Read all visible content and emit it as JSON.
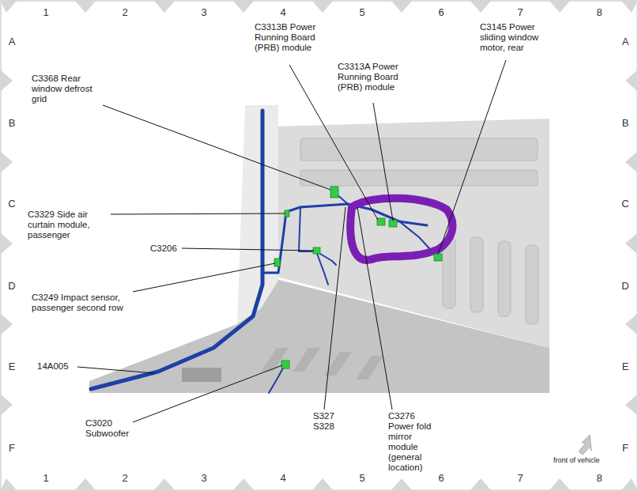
{
  "diagram": {
    "labels": [
      "1",
      "2",
      "3",
      "4",
      "5",
      "6",
      "7",
      "8",
      "A",
      "B",
      "C",
      "D",
      "E",
      "F",
      "A",
      "B",
      "C",
      "D",
      "E",
      "F",
      "1",
      "2",
      "3",
      "4",
      "5",
      "6",
      "7",
      "8",
      "C3313B Power Running Board (PRB) module",
      "C3145 Power sliding window motor, rear",
      "C3313A Power Running Board (PRB) module",
      "C3368 Rear window defrost grid",
      "C3329 Side air curtain module, passenger",
      "C3206",
      "C3249 Impact sensor, passenger second row",
      "14A005",
      "C3020 Subwoofer",
      "S327 S328",
      "C3276 Power fold mirror module (general location)",
      "front of vehicle"
    ]
  }
}
